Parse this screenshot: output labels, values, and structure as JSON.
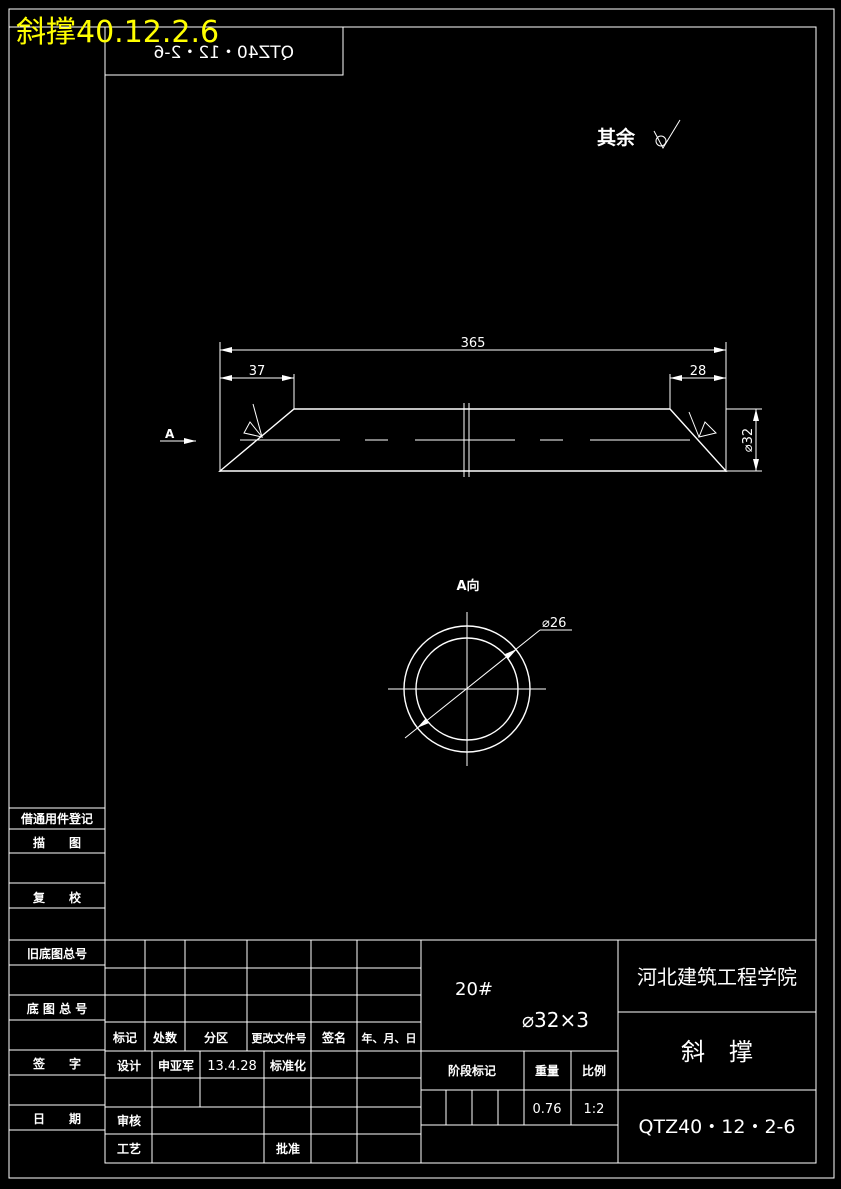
{
  "file_title": "斜撑40.12.2.6",
  "mirrored_code": "QTZ40・12・2-6",
  "roughness_note": "其余",
  "view": {
    "dim_total": "365",
    "dim_left": "37",
    "dim_right": "28",
    "dim_dia": "⌀32",
    "arrow_label": "A",
    "section_title": "A向",
    "inner_dia": "⌀26"
  },
  "left_column": {
    "items": [
      "借通用件登记",
      "描　　图",
      "复　　校",
      "旧底图总号",
      "底 图 总 号",
      "签　　字",
      "日　　期"
    ]
  },
  "title_block": {
    "headers": [
      "标记",
      "处数",
      "分区",
      "更改文件号",
      "签名",
      "年、月、日"
    ],
    "design_label": "设计",
    "designer": "申亚军",
    "design_date": "13.4.28",
    "standardize_label": "标准化",
    "review_label": "审核",
    "process_label": "工艺",
    "approve_label": "批准",
    "material": "20#",
    "spec": "⌀32×3",
    "stage_label": "阶段标记",
    "weight_label": "重量",
    "scale_label": "比例",
    "weight": "0.76",
    "scale": "1:2",
    "school": "河北建筑工程学院",
    "part_name": "斜　撑",
    "drawing_no": "QTZ40・12・2-6"
  }
}
